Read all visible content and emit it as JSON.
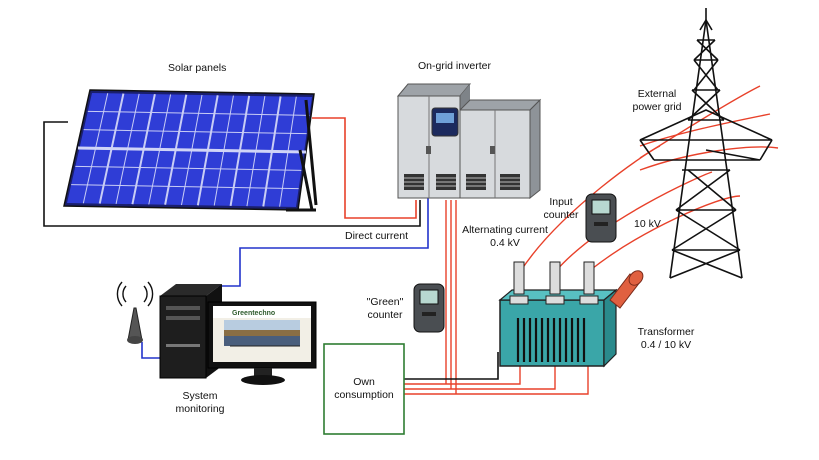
{
  "labels": {
    "solar_panels": "Solar panels",
    "inverter": "On-grid inverter",
    "grid_line1": "External",
    "grid_line2": "power grid",
    "direct_current": "Direct current",
    "ac_line1": "Alternating current",
    "ac_line2": "0.4 kV",
    "input_counter_line1": "Input",
    "input_counter_line2": "counter",
    "voltage_10kv": "10 kV",
    "green_counter_line1": "\"Green\"",
    "green_counter_line2": "counter",
    "transformer_line1": "Transformer",
    "transformer_line2": "0.4 / 10 kV",
    "monitoring_line1": "System",
    "monitoring_line2": "monitoring",
    "consumption_line1": "Own",
    "consumption_line2": "consumption",
    "website_logo": "Greentechno"
  },
  "colors": {
    "panel_cell": "#2f3dd6",
    "panel_grid": "#c9cdf5",
    "ac_wire": "#e8412a",
    "dc_wire_red": "#e8412a",
    "data_wire": "#2233cc",
    "black_wire": "#111111",
    "consumption_border": "#2e7d32",
    "transformer_body": "#3aa6a8",
    "insulator": "#e06040",
    "inverter_body": "#d7dadd"
  }
}
